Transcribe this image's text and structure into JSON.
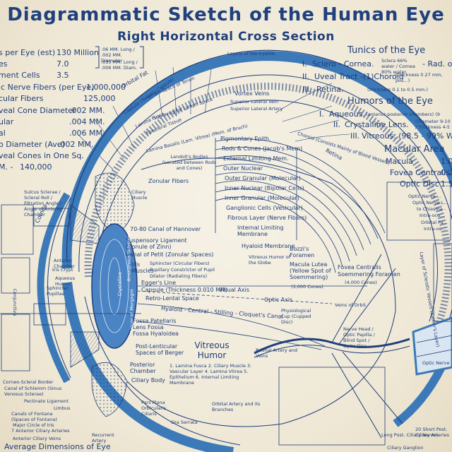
{
  "title": "Diagrammatic Sketch of the Human Eye",
  "subtitle": "Right Horizontal Cross Section",
  "stats": {
    "rows": [
      {
        "label": "s per Eye (est)",
        "value": "130 Million"
      },
      {
        "label": "es",
        "value": "7.0"
      },
      {
        "label": "ment Cells",
        "value": "3.5"
      },
      {
        "label": "ic Nerve Fibers (per Eye)",
        "value": "1,000,000"
      },
      {
        "label": "cular Fibers",
        "value": "125,000"
      },
      {
        "label": "veal Cone Diameter",
        "value": ".002 MM."
      },
      {
        "label": "ular",
        "value": ".004 MM."
      },
      {
        "label": "al",
        "value": ".006 MM."
      },
      {
        "label": "o Diameter (Ave)",
        "value": ".002 MM."
      },
      {
        "label": "veal Cones in One Sq.",
        "value": ""
      },
      {
        "label": "M. -",
        "value": "140,000"
      }
    ],
    "bracket_top": ".06 MM. Long / .002 MM. Diameter",
    "bracket_bottom": ".035 MM. Long / .006 MM. Diam."
  },
  "tunics": {
    "heading": "Tunics of the Eye",
    "items": [
      {
        "num": "I.",
        "text": "Sclero - Cornea."
      },
      {
        "num": "II.",
        "text": "Uveal Tract -(1)Choroid"
      },
      {
        "num": "III.",
        "text": "Retina."
      }
    ],
    "sclera_note": "Sclera 66% water / Cornea 80% water",
    "radius_note": "- Rad. of",
    "choroid_note": "(thickness 0.27 mm, pos...)",
    "retina_note": "(thickness 0.1 to 0.5 mm.)"
  },
  "humors": {
    "heading": "Humors of the Eye",
    "items": [
      {
        "num": "I.",
        "text": "Aqueous."
      },
      {
        "num": "II.",
        "text": "Crystalline Lens."
      },
      {
        "num": "III.",
        "text": "Vitreous. (98.5 - 99% W"
      }
    ],
    "aqueous_note": "(anterior-posterior chambers) (9",
    "lens_note": "(Diameter 9-10 / Thickness 4-5"
  },
  "macular": {
    "heading": "Macular Area",
    "rows": [
      {
        "label": "Macula",
        "value": "1.0"
      },
      {
        "label": "Fovea Centralis",
        "value": "0.2"
      },
      {
        "label": "Optic Disc",
        "value": "1.5"
      }
    ],
    "notes": [
      "Optic Nerve ...",
      "Optic Nerve L...",
      "to Chiasma -",
      "Intra-ocu...",
      "Orbital Pa...",
      "Intra-os..."
    ]
  },
  "labels": {
    "orbital_fat": "Orbital Fat",
    "capsule": "Capsule (Tenon's Capsule)",
    "lymph": "Lymph Space of Tenon",
    "supravaginal": "Supravaginal Lymph Space",
    "lamina_fusca": "Lamina Fusca",
    "episcleral": "Episcleral Tissue",
    "lamina_basalis": "Lamina Basalis (Lam. Vitrea) (Mem. of Bruch)",
    "choroid_layers": "Layers of the Eyelids",
    "vortex": "Vortex Veins",
    "sup_lat_vein": "Superior Lateral Vein",
    "sup_lat_artery": "Superior Lateral Artery",
    "pigment_epith": "Pigmentary Epith.",
    "rods_cones": "Rods & Cones (Jacob's Mem)",
    "ext_limiting": "External Limiting Mem.",
    "outer_nuclear": "Outer Nuclear",
    "outer_granular": "Outer Granular (Molecular)",
    "inner_nuclear": "Inner Nuclear (Bipolar Cells)",
    "inner_granular": "Inner Granular (Molecular)",
    "ganglionic": "Ganglionic Cells (Vesicular)",
    "fibrous": "Fibrous Layer (Nerve Fibers)",
    "int_limiting": "Internal Limiting Membrane",
    "hyaloid_mem": "Hyaloid Membrane",
    "vitreous_humor_globe": "Vitreous Humor of the Globe",
    "landolt": "Landolt's Bodies (Located between Rods and Cones)",
    "zonular": "Zonular Fibers",
    "ciliary_muscle": "Ciliary Muscle",
    "canal_hannover": "70-80 Canal of Hannover",
    "susp_ligament": "Suspensory Ligament (Zonule of Zinn)",
    "canal_petit": "Canal of Petit (Zonular Spaces)",
    "iris_muscles": "Iris Muscles",
    "sphincter": "Sphincter (Circular Fibers)",
    "pupillary": "Pupillary Constrictor of Pupil",
    "dilator": "Dilator (Radiating Fibers)",
    "eggers": "Egger's Line",
    "capsule_lens": "Capsule (Thickness 0.010 MM)",
    "retro_lental": "Retro-Lental Space",
    "visual_axis": "Visual Axis",
    "optic_axis": "Optic Axis",
    "hyaloid_canal": "Hyaloid - Central - Stilling - Cloquet's Canal",
    "fossa": "Fossa Patellaris Lens Fossa Fossa Hyaloidea",
    "post_lenticular": "Post-Lenticular Spaces of Berger",
    "vitreous_humor": "Vitreous Humor",
    "post_chamber": "Posterior Chamber",
    "ciliary_body": "Ciliary Body",
    "ciliary_list": "1. Lamina Fusca  2. Ciliary Muscle  3. Vascular Layer  4. Lamina Vitrea  5. Epithelium  6. Internal Limiting Membrane",
    "amorphous": "Amorphous Substance",
    "crystalline": "Crystalline",
    "morgagni": "Liquor of Morgagni",
    "cornea": "Cornea",
    "conjunctiva": "Conjunctiva",
    "anterior_chamber": "Anterior Chamber",
    "aqueous_humor": "Aqueous Humor",
    "sphincter_pupil": "Sphincter Pupillae",
    "iris_crypt": "Iris Crypt",
    "sulcus": "Sulcus Sclerae / Scleral Roll / Filtration Angle / Angle of Anterior Chamber",
    "corneo_scleral": "Corneo-Scleral Border",
    "canal_schlemm": "Canal of Schlemm (Sinus Venosus Sclerae)",
    "pectinate": "Pectinate Ligament",
    "limbus": "Limbus",
    "canals_fontana": "Canals of Fontana (Spaces of Fontana)",
    "major_circle": "Major Circle of Iris",
    "ant_ciliary_arteries": "7 Anterior Ciliary Arteries",
    "ant_ciliary_veins": "Anterior Ciliary Veins",
    "recurrent_artery": "Recurrent Artery",
    "pars_plana": "Pars Plana Orbicularis Ciliaris",
    "ora_serrata": "Ora Serrata",
    "macula_lutea": "Macula Lutea (Yellow Spot of Soemmering)",
    "bozzi": "Bozzi's Foramen",
    "fovea_centralis": "Fovea Centralis",
    "soemmering_foramen": "Soemmering Foramen",
    "cones_3000": "(3,000 Cones)",
    "cones_4000": "(4,000 Cones)",
    "physiological_cup": "Physiological Cup (Cupped Disc)",
    "veins_orbit": "Veins of Orbit",
    "nerve_head": "Nerve Head / Optic Papilla / Blind Spot / Optic Disc",
    "retinal_artery": "Retinal Artery and Veins",
    "orbital_artery": "Orbital Artery and its Branches",
    "average_dims": "Average Dimensions of Eye",
    "choroid_band": "Choroid (Consists Mainly of Blood Vessels)",
    "retina_band": "Retina",
    "sclera_band": "Layer of Sclerotic Vessels (Sattler's Layer)",
    "optic_nerve": "Optic Nerve",
    "short_post_ciliary": "20 Short Post. Ciliary Arteries",
    "long_post_ciliary": "Long Post. Ciliary Nerves",
    "ciliary_ganglion": "Ciliary Ganglion"
  },
  "colors": {
    "ink": "#1f3e7a",
    "sclera_blue": "#3b79b8",
    "lens_blue": "#4b84c4",
    "paper": "#f1ecdd"
  }
}
